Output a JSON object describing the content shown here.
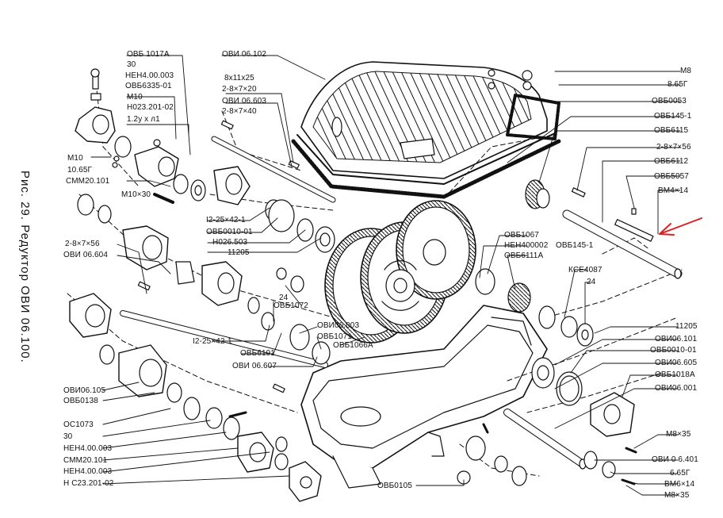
{
  "caption": "Рис. 29. Редуктор ОВИ 06.100.",
  "labels": {
    "l_ovb1017a": "ОВБ 1017А",
    "l_30a": "30",
    "l_nen4a": "НЕН4.00.003",
    "l_ovb6335": "ОВБ6335-01",
    "l_m10a": "М10",
    "l_n023a": "Н023.201-02",
    "l_12yxl": "1.2у х л1",
    "l_m10b": "М10",
    "l_1065g": "10.65Г",
    "l_smm20a": "СММ20.101",
    "l_m10x30": "М10×30",
    "l_ovi06102": "ОВИ 06.102",
    "l_8x11x25": "8х11х25",
    "l_2x8x20": "2-8×7×20",
    "l_ovi06603": "ОВИ 06.603",
    "l_2x8x40": "2-8×7×40",
    "l_m8a": "М8",
    "l_865g": "8.65Г",
    "l_ovb0053": "ОВБ0053",
    "l_ovb145": "ОВБ145-1",
    "l_ovb6115": "ОВБ6115",
    "l_2x8x56a": "2-8×7×56",
    "l_ovb6112": "ОВБ6112",
    "l_ovb5057": "ОВБ5057",
    "l_bm4x14": "ВМ4×14",
    "l_i12": "I2-25×42-1",
    "l_ovb0010a": "ОВБ0010-01",
    "l_n026": "Н026.503",
    "l_11205a": "11205",
    "l_2x8x56b": "2-8×7×56",
    "l_ovi06604": "ОВИ 06.604",
    "l_24a": "24",
    "l_ovb1072": "ОВБ1072",
    "l_ovi06003": "ОВИ06.003",
    "l_ovb1071": "ОВБ1071",
    "l_i12b": "I2-25×42-1",
    "l_ovb6191": "ОВБ6191",
    "l_ovb1066a": "ОВБ1066А",
    "l_ovi06607": "ОВИ 06.607",
    "l_ovb1067": "ОВБ1067",
    "l_nen400002": "НЕН400002",
    "l_ovb1451b": "ОВБ145-1",
    "l_ovb6111a": "ОВБ6111А",
    "l_kse4087": "КСЕ4087",
    "l_24b": "24",
    "l_11205b": "11205",
    "l_ovi06101": "ОВИ06.101",
    "l_ovb0010b": "ОВБ0010-01",
    "l_ovi06605": "ОВИ06.605",
    "l_ovb1018a": "ОВБ1018А",
    "l_ovi06001": "ОВИ06.001",
    "l_ovi06105": "ОВИ06.105",
    "l_ovb0138": "ОВБ0138",
    "l_os1073": "ОС1073",
    "l_30b": "30",
    "l_nen4b": "НЕН4.00.003",
    "l_smm20b": "СММ20.101",
    "l_nen4c": "НЕН4.00.003",
    "l_n023b": "Н С23.201-02",
    "l_ovb0105": "ОВБ0105",
    "l_m8x35a": "М8×35",
    "l_ovi06401": "ОВИ 0 6.401",
    "l_665g": "6.65Г",
    "l_bm6x14": "ВМ6×14",
    "l_m8x35b": "М8×35"
  },
  "colors": {
    "ink": "#111111",
    "annotation_arrow": "#e02020",
    "paper": "#ffffff"
  }
}
